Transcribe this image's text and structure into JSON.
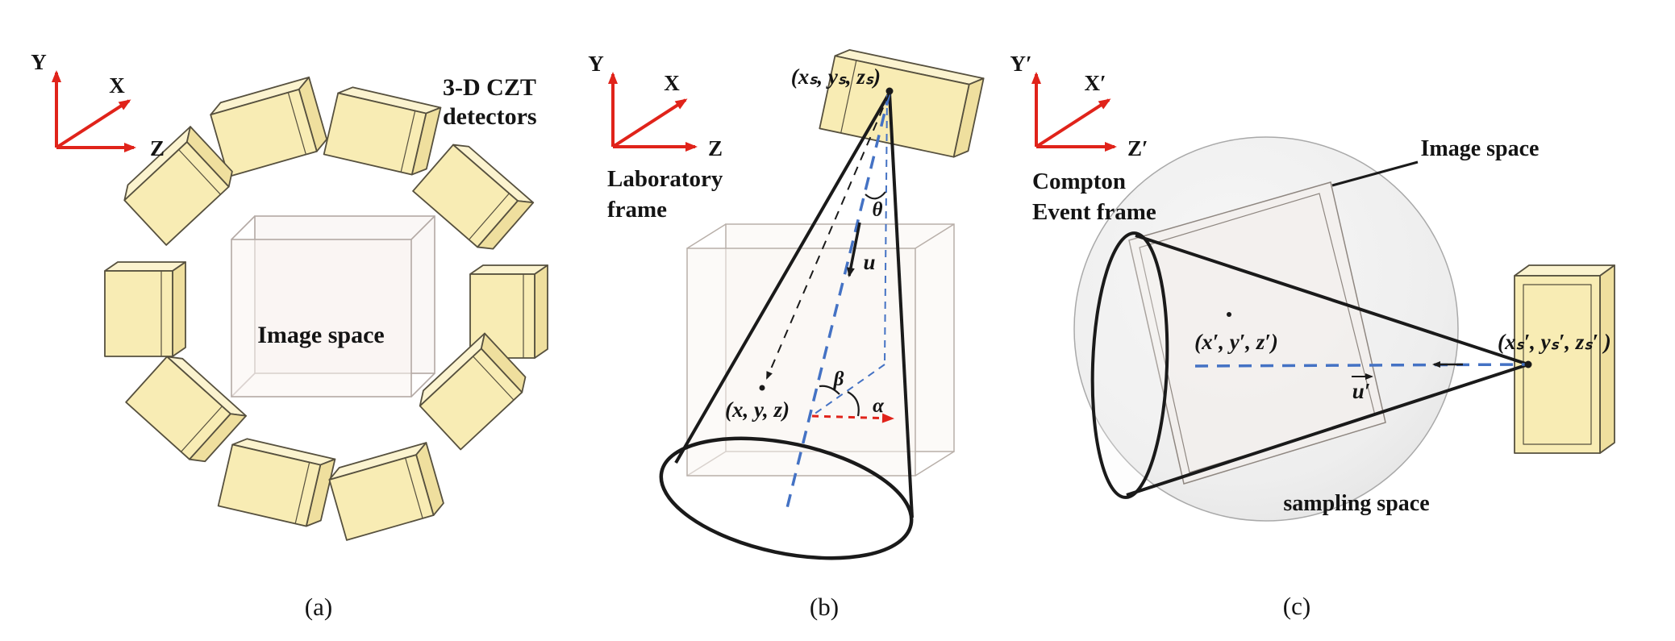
{
  "figure_title": "Compton imaging geometry figure",
  "colors": {
    "axis_red": "#e0231a",
    "cone_blue": "#4472c4",
    "detector_fill": "#f8ecb4",
    "detector_top": "#fbf3cf",
    "detector_side": "#efdf9e",
    "image_space_fill": "#f9f4f1",
    "sphere_fill": "#ececec"
  },
  "panel_a": {
    "caption": "(a)",
    "axis_y": "Y",
    "axis_x": "X",
    "axis_z": "Z",
    "detectors_label_line1": "3-D CZT",
    "detectors_label_line2": "detectors",
    "image_space_label": "Image space"
  },
  "panel_b": {
    "caption": "(b)",
    "axis_y": "Y",
    "axis_x": "X",
    "axis_z": "Z",
    "frame_label_line1": "Laboratory",
    "frame_label_line2": "frame",
    "source_label": "(xₛ, yₛ, zₛ)",
    "theta_label": "θ",
    "u_label": "u",
    "beta_label": "β",
    "alpha_label": "α",
    "point_label": "(x, y, z)"
  },
  "panel_c": {
    "caption": "(c)",
    "axis_y": "Y′",
    "axis_x": "X′",
    "axis_z": "Z′",
    "frame_label_line1": "Compton",
    "frame_label_line2": "Event frame",
    "image_space_label": "Image space",
    "point_label": "(x′, y′, z′)",
    "source_label": "(xₛ′, yₛ′, zₛ′ )",
    "u_label": "u′",
    "sampling_label": "sampling space"
  }
}
